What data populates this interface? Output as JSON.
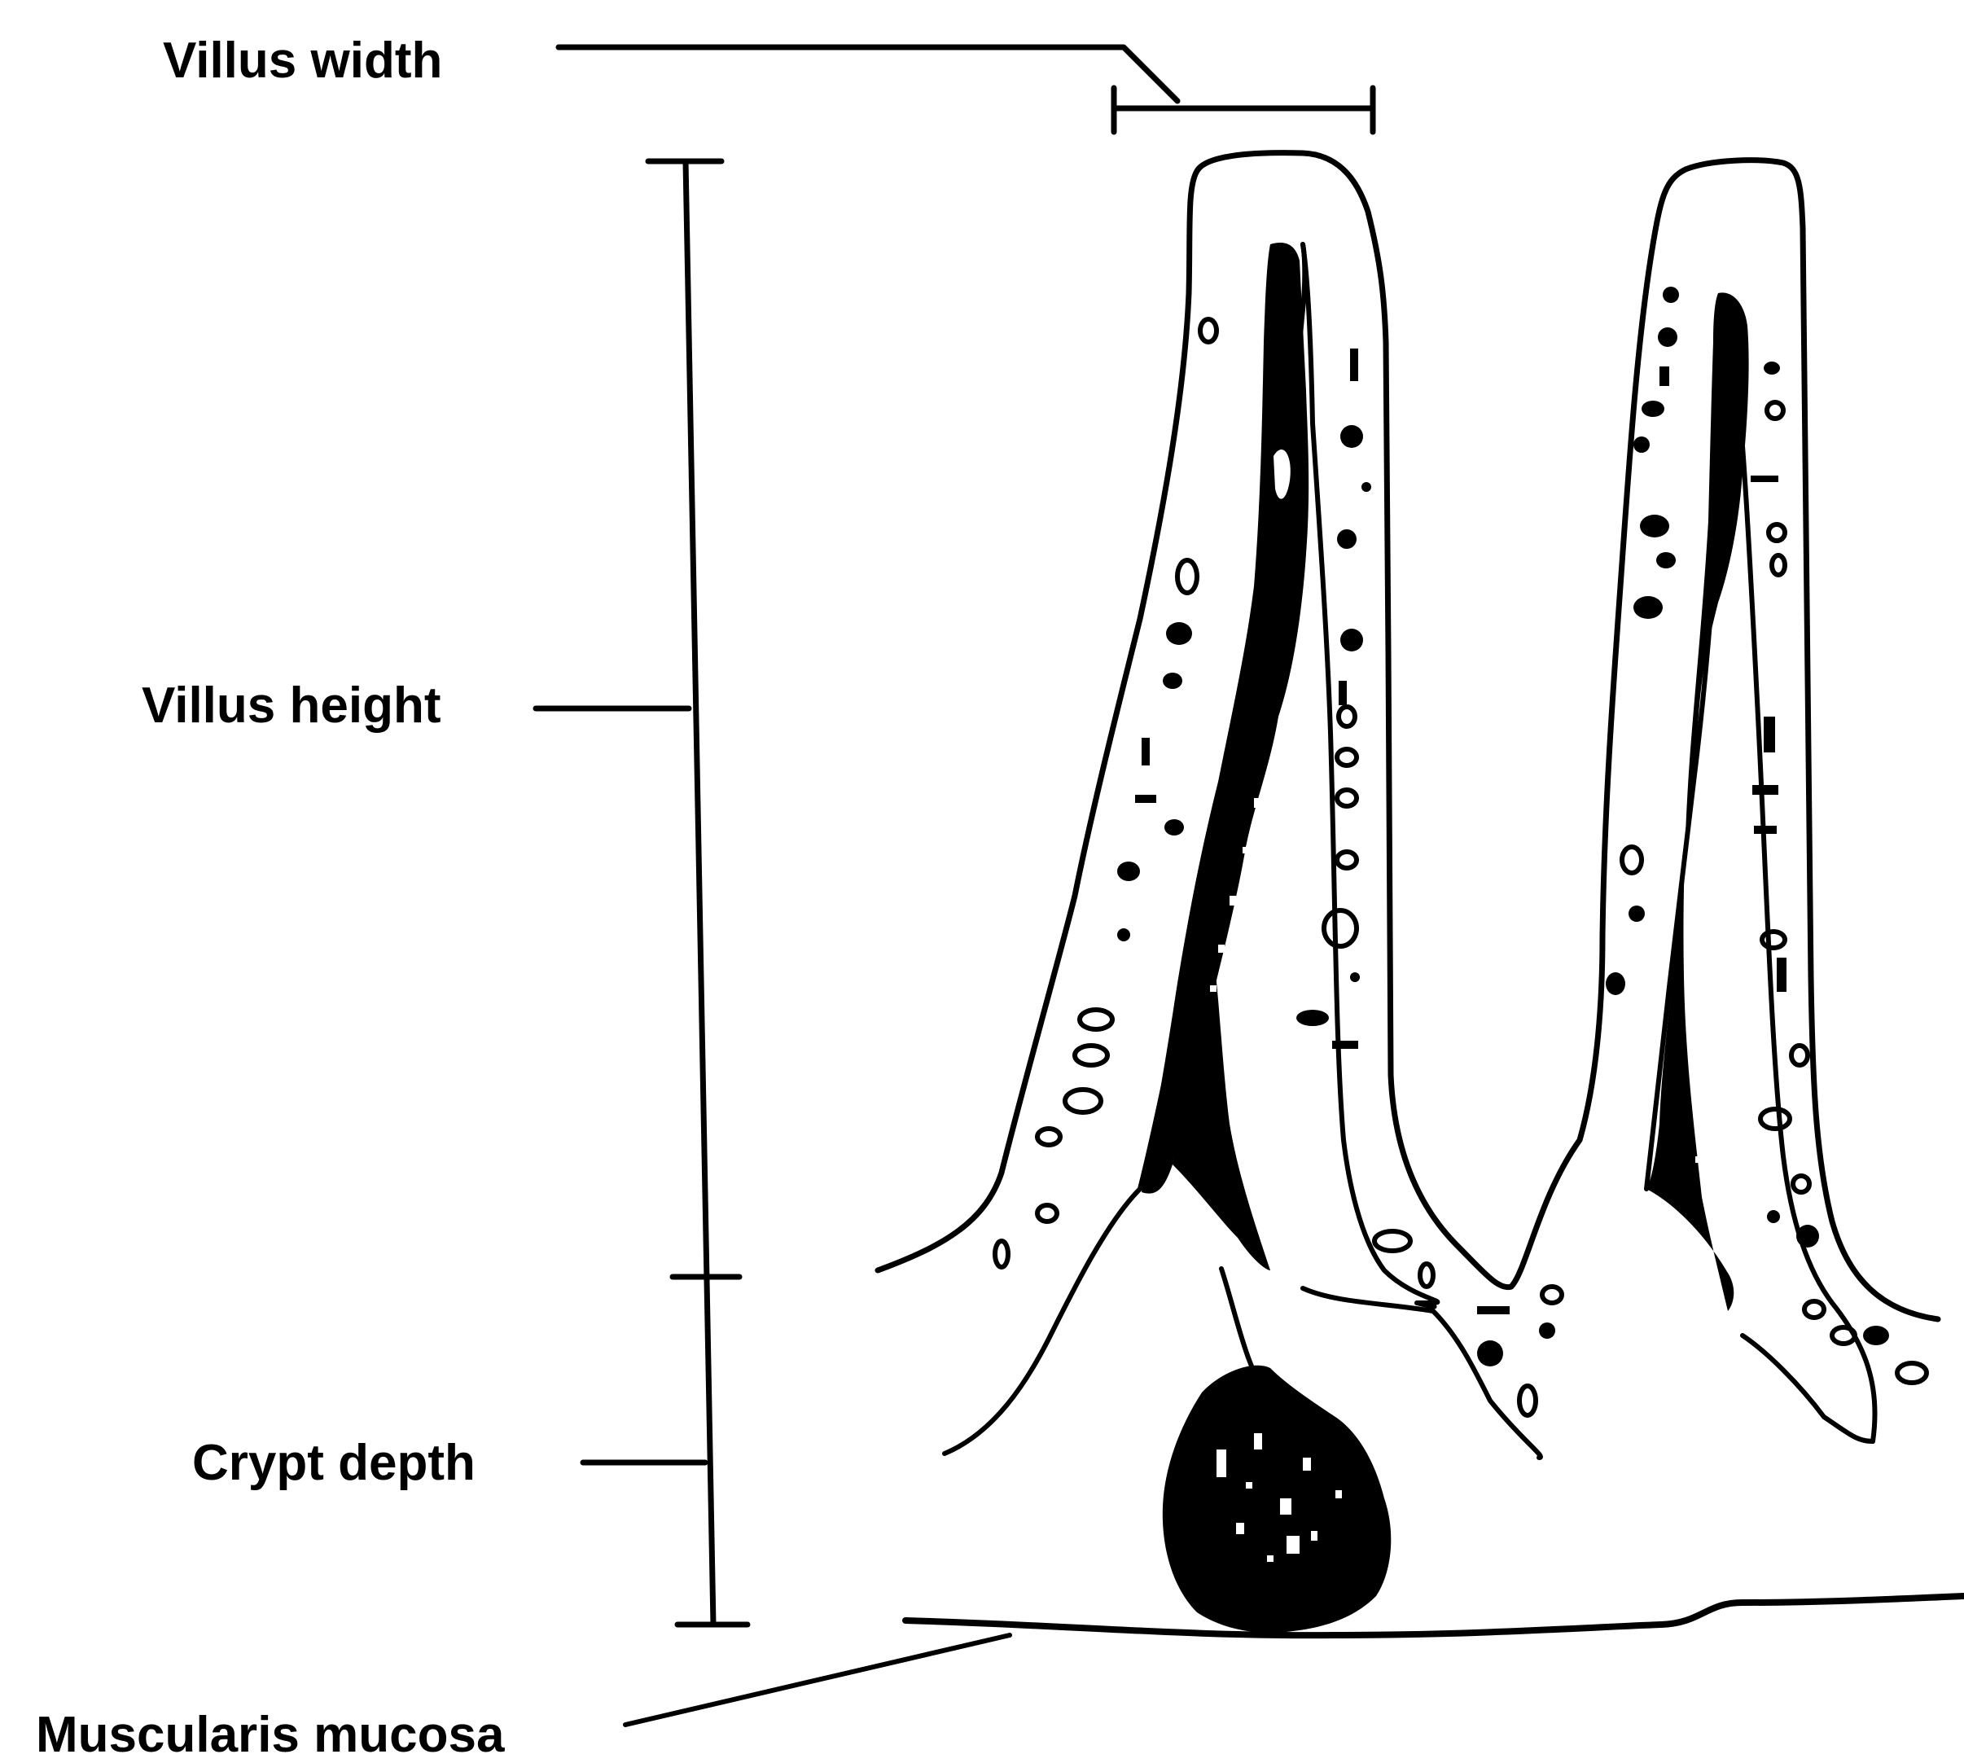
{
  "labels": {
    "villus_width": "Villus width",
    "villus_height": "Villus height",
    "crypt_depth": "Crypt depth",
    "muscularis_mucosa": "Muscularis mucosa"
  },
  "colors": {
    "ink": "#000000",
    "background": "#ffffff"
  }
}
